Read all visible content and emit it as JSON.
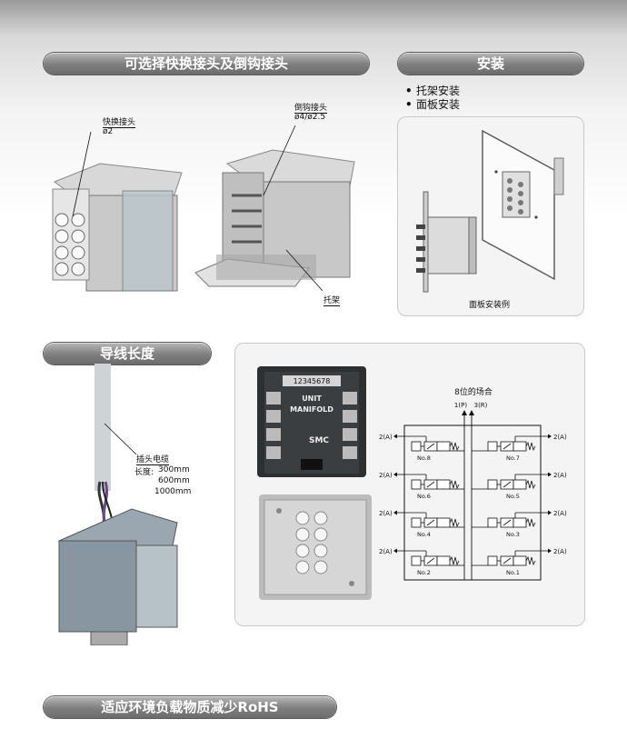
{
  "sections": {
    "fittings": {
      "title": "可选择快换接头及倒钩接头"
    },
    "mounting": {
      "title": "安装",
      "bullets": [
        "托架安装",
        "面板安装"
      ],
      "caption": "面板安装例"
    },
    "lead_wire": {
      "title": "导线长度"
    },
    "rohs": {
      "title": "适应环境负载物质减少RoHS"
    }
  },
  "callouts": {
    "quick_fitting": {
      "name": "快换接头",
      "size": "ø2"
    },
    "barb_fitting": {
      "name": "倒钩接头",
      "size": "ø4/ø2.5"
    },
    "bracket": "托架",
    "cable": {
      "name": "插头电缆",
      "length_label": "长度:",
      "lengths": [
        "300mm",
        "600mm",
        "1000mm"
      ]
    }
  },
  "manifold": {
    "label_line1": "UNIT",
    "label_line2": "MANIFOLD",
    "brand": "SMC",
    "digits": "12345678"
  },
  "circuit": {
    "title": "8位的场合",
    "port_p": "1(P)",
    "port_r": "3(R)",
    "output_label": "2(A)",
    "left_valves": [
      "No.8",
      "No.6",
      "No.4",
      "No.2"
    ],
    "right_valves": [
      "No.7",
      "No.5",
      "No.3",
      "No.1"
    ]
  }
}
